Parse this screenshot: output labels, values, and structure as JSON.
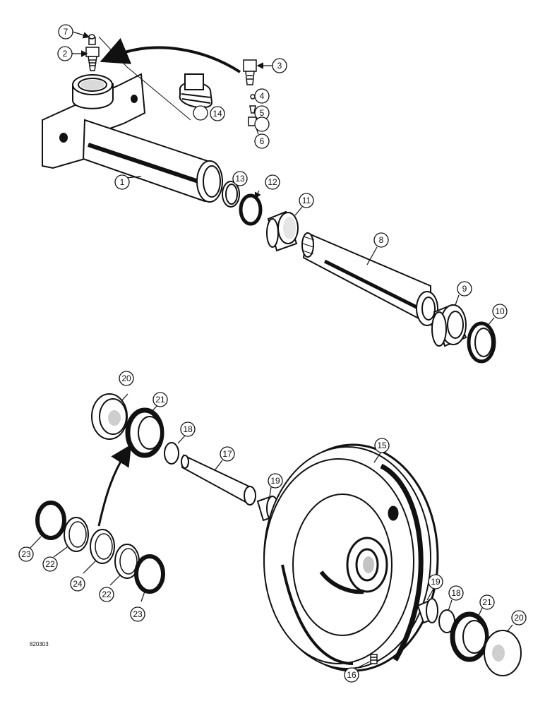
{
  "figure_id": "820303",
  "callouts": {
    "c1": "1",
    "c2": "2",
    "c3": "3",
    "c4": "4",
    "c5": "5",
    "c6": "6",
    "c7": "7",
    "c8": "8",
    "c9": "9",
    "c10": "10",
    "c11": "11",
    "c12": "12",
    "c13": "13",
    "c14": "14",
    "c15": "15",
    "c16": "16",
    "c17": "17",
    "c18a": "18",
    "c18b": "18",
    "c19a": "19",
    "c19b": "19",
    "c20a": "20",
    "c20b": "20",
    "c21a": "21",
    "c21b": "21",
    "c22a": "22",
    "c22b": "22",
    "c23a": "23",
    "c23b": "23",
    "c24": "24"
  }
}
